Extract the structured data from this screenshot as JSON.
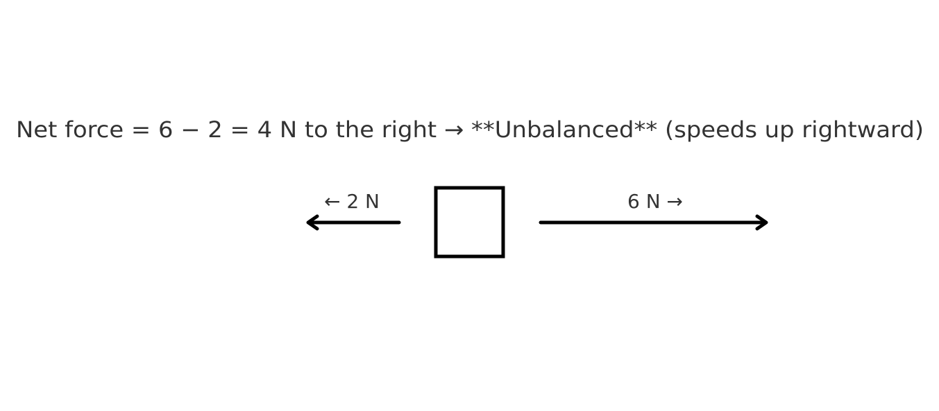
{
  "diagram": {
    "title": "Net force  = 6 − 2 = 4 N to the right  →  **Unbalanced** (speeds up rightward)",
    "left_force": {
      "label": "← 2 N",
      "magnitude": 2,
      "unit": "N",
      "direction": "left"
    },
    "right_force": {
      "label": "6 N →",
      "magnitude": 6,
      "unit": "N",
      "direction": "right"
    },
    "colors": {
      "text": "#333333",
      "stroke": "#000000",
      "background": "#ffffff"
    }
  }
}
